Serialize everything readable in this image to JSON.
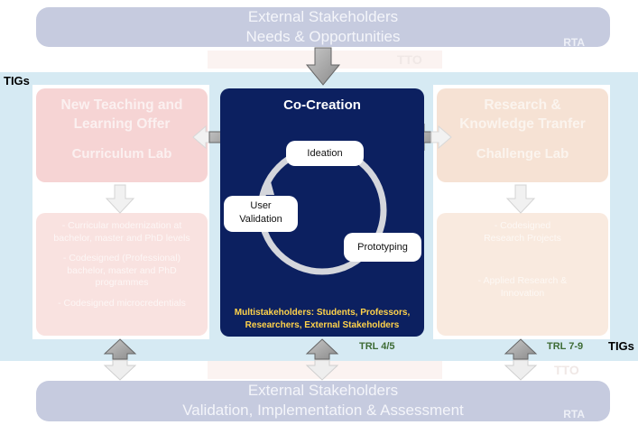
{
  "top_stakeholders": {
    "line1": "External Stakeholders",
    "line2": "Needs & Opportunities",
    "tag": "RTA"
  },
  "bottom_stakeholders": {
    "line1": "External Stakeholders",
    "line2": "Validation, Implementation & Assessment",
    "tag": "RTA"
  },
  "tto_label": "TTO",
  "tigs_label": "TIGs",
  "left": {
    "title_line1": "New Teaching and",
    "title_line2": "Learning Offer",
    "lab": "Curriculum Lab",
    "items": [
      "- Curricular modernization at bachelor, master and PhD levels",
      "- Codesigned (Professional) bachelor, master and PhD programmes",
      "- Codesigned microcredentials"
    ]
  },
  "center": {
    "title": "Co-Creation",
    "ideation": "Ideation",
    "prototyping": "Prototyping",
    "user_validation_line1": "User",
    "user_validation_line2": "Validation",
    "multi_line1": "Multistakeholders: Students, Professors,",
    "multi_line2": "Researchers, External Stakeholders"
  },
  "right": {
    "title_line1": "Research &",
    "title_line2": "Knowledge Tranfer",
    "lab": "Challenge Lab",
    "items": [
      "- Codesigned Research Projects",
      "- Applied Research & Innovation"
    ]
  },
  "trl_center": "TRL 4/5",
  "trl_right": "TRL 7-9",
  "colors": {
    "core": "#0c2060",
    "band": "#d6eaf3",
    "stakeholder": "#c6cbdf",
    "pink": "#f6d4d4",
    "peach": "#f6e2d4",
    "trl": "#3d6b34",
    "multi": "#ffd24a"
  }
}
